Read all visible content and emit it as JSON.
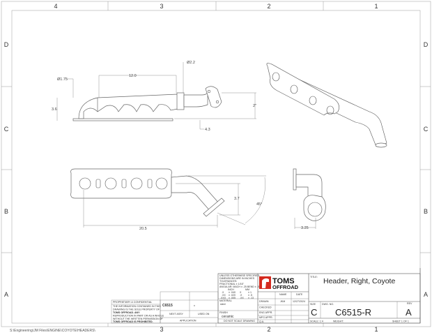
{
  "zones": {
    "columns": [
      "4",
      "3",
      "2",
      "1"
    ],
    "rows": [
      "D",
      "C",
      "B",
      "A"
    ]
  },
  "dimensions": {
    "tube_dia": "Ø1.75",
    "outlet_dia": "Ø2.2",
    "length": "12.0",
    "height": "3.6",
    "flange_rise": "2\"",
    "offset": "4.3",
    "drop": "3.7",
    "angle": "45°",
    "overall_length": "20.5",
    "depth": "3.25"
  },
  "title_block": {
    "proprietary_heading": "PROPRIETARY & CONFIDENTIAL",
    "proprietary_text": [
      "THE INFORMATION CONTAINED IN THIS",
      "DRAWING IS THE SOLE PROPERTY OF",
      "TOMS OFFROAD. ANY",
      "REPRODUCTION IN PART OR AS A WHOLE",
      "WITHOUT THE WRITTEN PERMISSION OF",
      "TOMS OFFROAD IS PROHIBITED."
    ],
    "next_assy_value": "C6515",
    "used_on_value": "x",
    "next_assy_label": "NEXT ASSY",
    "used_on_label": "USED ON",
    "application_label": "APPLICATION",
    "tolerance_text": [
      "UNLESS OTHERWISE SPECIFIED:",
      "DIMENSIONS ARE IN INCHES",
      "TOLERANCES:",
      "FRACTIONAL ± 1/16\"",
      "ANGULAR: MACH ± .25  BEND ± .5"
    ],
    "tol_inch": "INCH",
    "tol_mm": "MM",
    "tol_rows": [
      [
        ".X",
        "± .040",
        "X",
        "± 1"
      ],
      [
        ".XX",
        "± .020",
        ".X",
        "± .5"
      ],
      [
        ".XXX",
        "± .005",
        ".XX",
        "± .13"
      ]
    ],
    "material_label": "MATERIAL",
    "material_value": "steel",
    "finish_label": "FINISH",
    "finish_value": "ceramic",
    "do_not_scale": "DO NOT SCALE DRAWING",
    "name_label": "NAME",
    "date_label": "DATE",
    "roles": [
      "DRAWN",
      "CHECKED",
      "ENG APPR.",
      "MFG APPR.",
      "Q.A."
    ],
    "drawn_name": "JKM",
    "drawn_date": "12/27/2024",
    "logo_text_1": "TOMS",
    "logo_text_2": "OFFROAD",
    "title_label": "TITLE:",
    "title": "Header, Right, Coyote",
    "size_label": "SIZE",
    "size": "C",
    "dwg_no_label": "DWG.  NO.",
    "dwg_no": "C6515-R",
    "rev_label": "REV",
    "rev": "A",
    "scale": "SCALE: 1:4",
    "weight": "WEIGHT:",
    "sheet": "SHEET 1 OF 1"
  },
  "colors": {
    "logo_red": "#d42a1f",
    "logo_black": "#111111"
  },
  "footer_path": "S:\\Engineering\\JM Files\\ENGINE\\COYOTE\\HEADERS\\"
}
